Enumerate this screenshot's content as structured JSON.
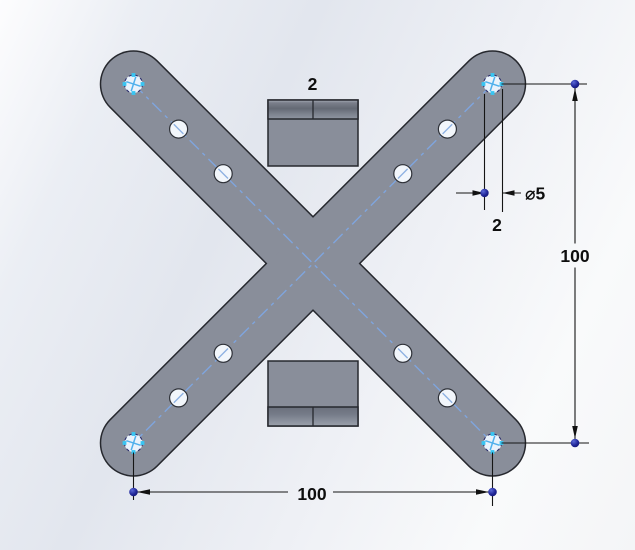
{
  "viewport": {
    "description": "CAD drawing view of X-shaped VESA bracket with selected corner holes"
  },
  "dimensions": {
    "top_tab": {
      "value": "2"
    },
    "hole_offset": {
      "value": "2"
    },
    "hole_diameter": {
      "value": "⌀5"
    },
    "vertical_spacing": {
      "value": "100"
    },
    "horizontal_spacing": {
      "value": "100"
    }
  },
  "colors": {
    "part_fill": "#898e9a",
    "part_outline": "#26282e",
    "boss_band_dark": "#646974",
    "boss_band_light": "#9fa5b0",
    "centerline_blue": "#7fa5de",
    "selection_cyan": "#38c5f2",
    "selection_cross": "#4fb0ec",
    "hole_fill": "#f2f6fb",
    "selected_hole_fill": "#e9f2fb",
    "dimension_line": "#151515",
    "dimension_dot": "#1c2496",
    "background_light": "#fdfdfe",
    "background_shade": "#e2e6ee"
  }
}
